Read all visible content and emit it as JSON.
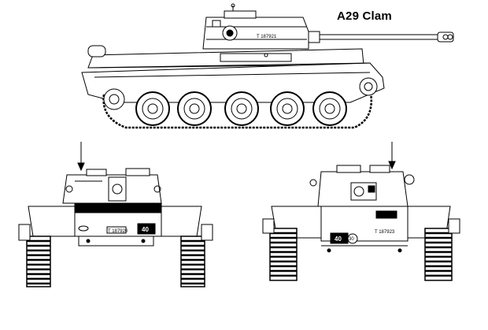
{
  "title": "A29 Clam",
  "markings": {
    "side_serial": "T 187921",
    "front_serial": "T 187920",
    "rear_serial": "T 187923",
    "front_plate_number": "40",
    "rear_plate_number": "40",
    "rear_circle_number": "30"
  },
  "colors": {
    "line": "#000000",
    "background": "#ffffff",
    "plate": "#000000"
  }
}
